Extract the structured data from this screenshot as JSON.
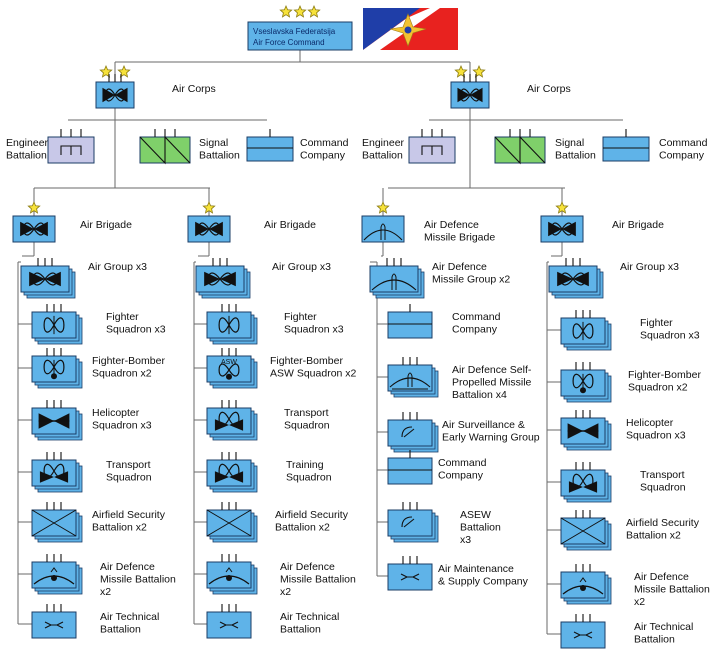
{
  "hq": {
    "line1": "Vseslavska Federatsija",
    "line2": "Air Force Command"
  },
  "air_corps_label": "Air Corps",
  "corps_support": {
    "engineer": [
      "Engineer",
      "Battalion"
    ],
    "signal": [
      "Signal",
      "Battalion"
    ],
    "command": [
      "Command",
      "Company"
    ]
  },
  "columns": [
    {
      "title": [
        "Air Brigade"
      ],
      "group": [
        "Air Group x3"
      ],
      "items": [
        {
          "icon": "fighter",
          "label": [
            "Fighter",
            "Squadron x3"
          ]
        },
        {
          "icon": "fighter-bomber",
          "label": [
            "Fighter-Bomber",
            "Squadron x2"
          ]
        },
        {
          "icon": "helicopter",
          "label": [
            "Helicopter",
            "Squadron x3"
          ]
        },
        {
          "icon": "transport",
          "label": [
            "Transport",
            "Squadron"
          ]
        },
        {
          "icon": "airfield-security",
          "label": [
            "Airfield Security",
            "Battalion  x2"
          ]
        },
        {
          "icon": "air-defence",
          "label": [
            "Air Defence",
            "Missile Battalion",
            "x2"
          ]
        },
        {
          "icon": "technical",
          "label": [
            "Air Technical",
            "Battalion"
          ]
        }
      ]
    },
    {
      "title": [
        "Air Brigade"
      ],
      "group": [
        "Air Group x3"
      ],
      "items": [
        {
          "icon": "fighter",
          "label": [
            "Fighter",
            "Squadron x3"
          ]
        },
        {
          "icon": "asw",
          "label": [
            "Fighter-Bomber",
            "ASW Squadron x2"
          ],
          "icon_text": "ASW"
        },
        {
          "icon": "transport",
          "label": [
            "Transport",
            "Squadron"
          ]
        },
        {
          "icon": "transport",
          "label": [
            "Training",
            "Squadron"
          ]
        },
        {
          "icon": "airfield-security",
          "label": [
            "Airfield Security",
            "Battalion  x2"
          ]
        },
        {
          "icon": "air-defence",
          "label": [
            "Air Defence",
            "Missile Battalion",
            "x2"
          ]
        },
        {
          "icon": "technical",
          "label": [
            "Air Technical",
            "Battalion"
          ]
        }
      ]
    },
    {
      "title": [
        "Air Defence",
        "Missile Brigade"
      ],
      "group": [
        "Air Defence",
        "Missile Group  x2"
      ],
      "items": [
        {
          "icon": "command",
          "label": [
            "Command",
            "Company"
          ]
        },
        {
          "icon": "sp-missile",
          "label": [
            "Air Defence Self-",
            "Propelled Missile",
            "Battalion x4"
          ]
        },
        {
          "icon": "radar",
          "label": [
            "Air Surveillance &",
            "Early Warning Group"
          ]
        },
        {
          "icon": "command",
          "label": [
            "Command",
            "Company"
          ]
        },
        {
          "icon": "radar",
          "label": [
            "ASEW",
            "Battalion",
            "x3"
          ]
        },
        {
          "icon": "technical",
          "label": [
            "Air Maintenance",
            "& Supply Company"
          ]
        }
      ]
    },
    {
      "title": [
        "Air Brigade"
      ],
      "group": [
        "Air Group x3"
      ],
      "items": [
        {
          "icon": "fighter",
          "label": [
            "Fighter",
            "Squadron x3"
          ]
        },
        {
          "icon": "fighter-bomber",
          "label": [
            "Fighter-Bomber",
            "Squadron x2"
          ]
        },
        {
          "icon": "helicopter",
          "label": [
            "Helicopter",
            "Squadron x3"
          ]
        },
        {
          "icon": "transport",
          "label": [
            "Transport",
            "Squadron"
          ]
        },
        {
          "icon": "airfield-security",
          "label": [
            "Airfield Security",
            "Battalion  x2"
          ]
        },
        {
          "icon": "air-defence",
          "label": [
            "Air Defence",
            "Missile Battalion",
            "x2"
          ]
        },
        {
          "icon": "technical",
          "label": [
            "Air Technical",
            "Battalion"
          ]
        }
      ]
    }
  ],
  "colors": {
    "unit_fill": "#5fb3e8",
    "engineer_fill": "#c8c8e8",
    "signal_fill": "#7fd06a",
    "star": "#f7e23a",
    "hq_fill": "#5fb3e8",
    "flag_blue": "#1f3ea8",
    "flag_red": "#e8221f"
  }
}
